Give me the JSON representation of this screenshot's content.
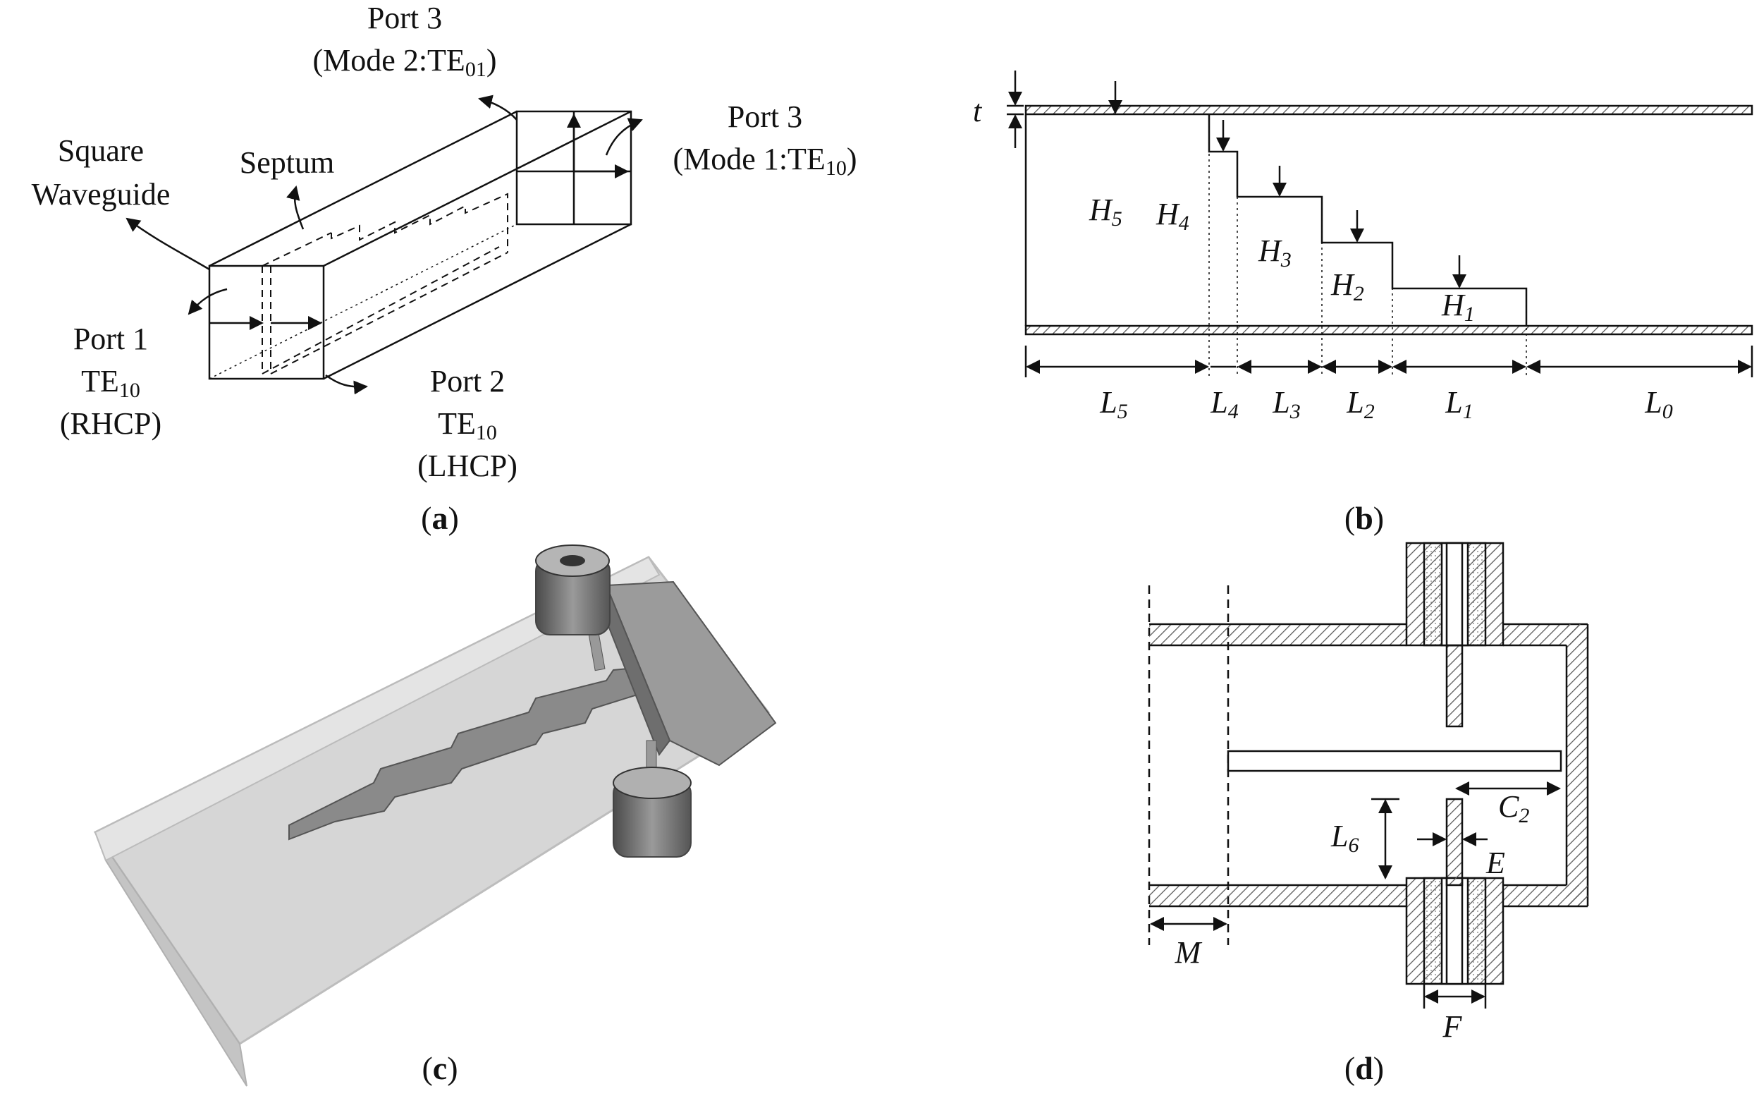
{
  "colors": {
    "line": "#111111",
    "waveguide_3d_fill": "#d9d9d9",
    "septum_3d_fill": "#8c8c8c",
    "hatch": "#555555"
  },
  "panel_a": {
    "caption_letter": "a",
    "square_waveguide": [
      "Square",
      "Waveguide"
    ],
    "septum": "Septum",
    "port3_mode2": {
      "line1": "Port 3",
      "line2_prefix": "(Mode 2:TE",
      "line2_sub": "01",
      "line2_suffix": ")"
    },
    "port3_mode1": {
      "line1": "Port 3",
      "line2_prefix": "(Mode 1:TE",
      "line2_sub": "10",
      "line2_suffix": ")"
    },
    "port1": {
      "line1": "Port 1",
      "mode": "TE",
      "mode_sub": "10",
      "pol": "(RHCP)"
    },
    "port2": {
      "line1": "Port 2",
      "mode": "TE",
      "mode_sub": "10",
      "pol": "(LHCP)"
    }
  },
  "panel_b": {
    "caption_letter": "b",
    "t": "t",
    "heights": [
      {
        "sym": "H",
        "sub": "5"
      },
      {
        "sym": "H",
        "sub": "4"
      },
      {
        "sym": "H",
        "sub": "3"
      },
      {
        "sym": "H",
        "sub": "2"
      },
      {
        "sym": "H",
        "sub": "1"
      }
    ],
    "lengths": [
      {
        "sym": "L",
        "sub": "5"
      },
      {
        "sym": "L",
        "sub": "4"
      },
      {
        "sym": "L",
        "sub": "3"
      },
      {
        "sym": "L",
        "sub": "2"
      },
      {
        "sym": "L",
        "sub": "1"
      },
      {
        "sym": "L",
        "sub": "0"
      }
    ]
  },
  "panel_c": {
    "caption_letter": "c"
  },
  "panel_d": {
    "caption_letter": "d",
    "c2": {
      "sym": "C",
      "sub": "2"
    },
    "l6": {
      "sym": "L",
      "sub": "6"
    },
    "e": "E",
    "m": "M",
    "f": "F"
  }
}
